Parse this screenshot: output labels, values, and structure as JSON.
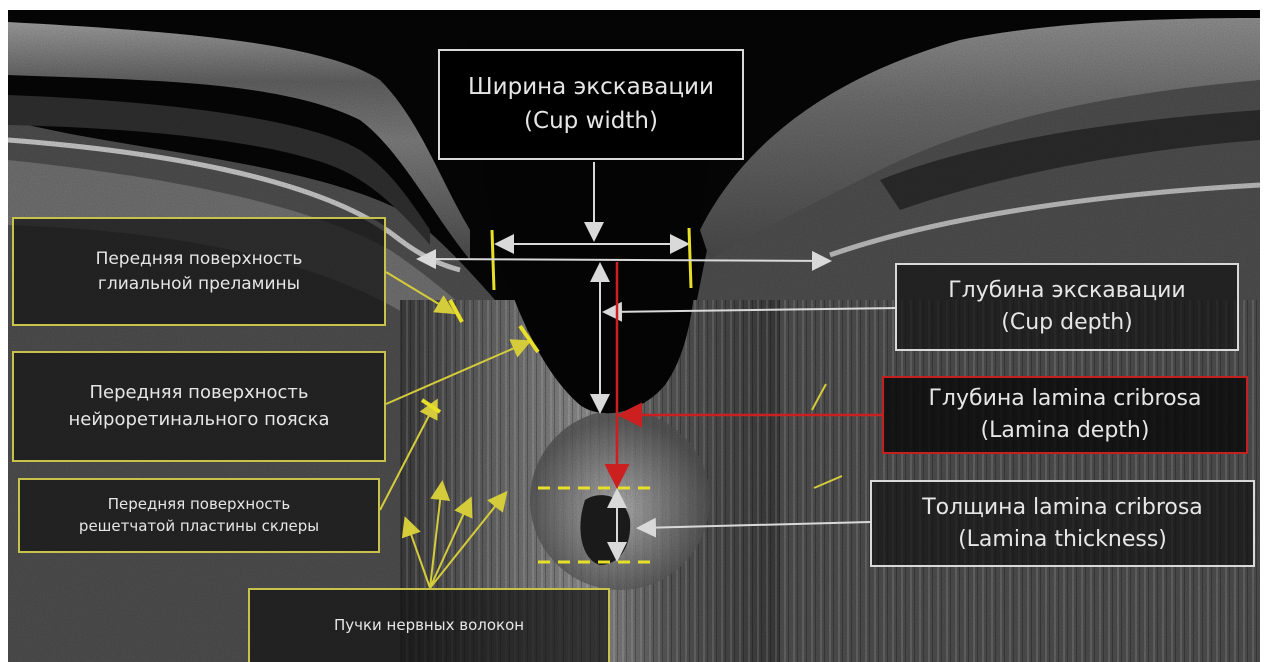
{
  "image": {
    "description_type": "OCT scan of optic nerve head with annotation labels",
    "colors": {
      "white_annotation": "#d9d9d9",
      "yellow_annotation": "#d4cc3a",
      "red_annotation": "#cc2020",
      "background": "#000000"
    }
  },
  "labels": {
    "cup_width": {
      "ru": "Ширина экскавации",
      "en": "(Cup width)"
    },
    "cup_depth": {
      "ru": "Глубина экскавации",
      "en": "(Cup depth)"
    },
    "lamina_depth": {
      "ru": "Глубина lamina cribrosa",
      "en": "(Lamina depth)"
    },
    "lamina_thickness": {
      "ru": "Толщина lamina cribrosa",
      "en": "(Lamina thickness)"
    },
    "glial_surface": {
      "line1": "Передняя поверхность",
      "line2": "глиальной преламины"
    },
    "neuroretinal_surface": {
      "line1": "Передняя поверхность",
      "line2": "нейроретинального пояска"
    },
    "lamina_surface": {
      "line1": "Передняя поверхность",
      "line2": "решетчатой пластины склеры"
    },
    "nerve_fibers": {
      "line1": "Пучки нервных волокон"
    }
  }
}
